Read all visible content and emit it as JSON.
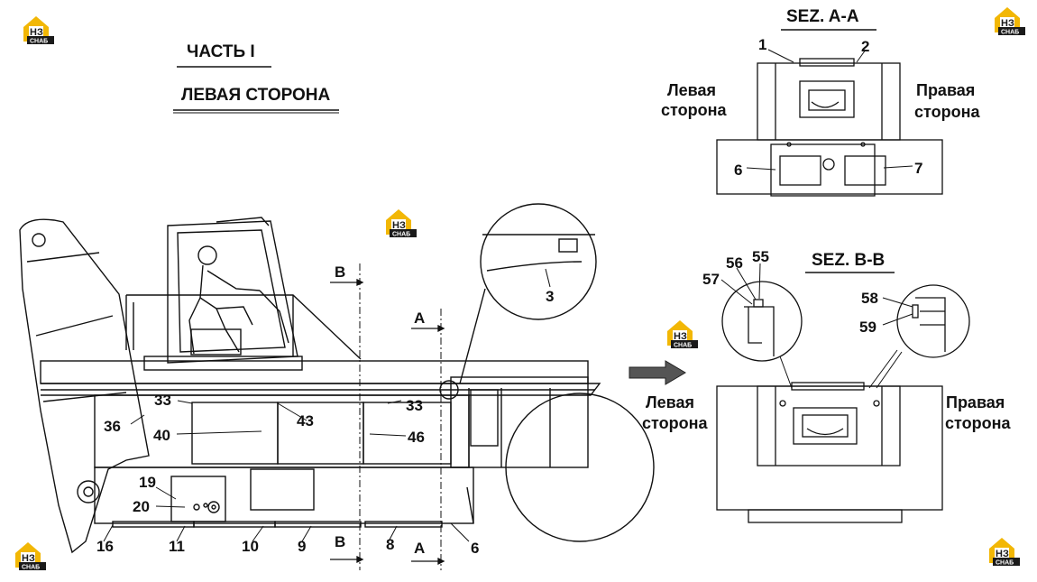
{
  "headings": {
    "part": "ЧАСТЬ I",
    "side": "ЛЕВАЯ СТОРОНА",
    "sec_aa": "SEZ. A-A",
    "sec_bb": "SEZ. B-B"
  },
  "side_labels": {
    "aa_left": [
      "Левая",
      "сторона"
    ],
    "aa_right": [
      "Правая",
      "сторона"
    ],
    "bb_left": [
      "Левая",
      "сторона"
    ],
    "bb_right": [
      "Правая",
      "сторона"
    ]
  },
  "section_marks": {
    "b_top": "B",
    "a_top": "A",
    "b_bottom": "B",
    "a_bottom": "A"
  },
  "callouts": {
    "c1": "1",
    "c2": "2",
    "c3": "3",
    "c6": "6",
    "c7": "7",
    "c6b": "6",
    "c8": "8",
    "c9": "9",
    "c10": "10",
    "c11": "11",
    "c16": "16",
    "c19": "19",
    "c20": "20",
    "c33a": "33",
    "c33b": "33",
    "c36": "36",
    "c40": "40",
    "c43": "43",
    "c46": "46",
    "c55": "55",
    "c56": "56",
    "c57": "57",
    "c58": "58",
    "c59": "59"
  },
  "logo": {
    "mark": "НЗ",
    "text": "СНАБ",
    "color": "#f2b705"
  }
}
